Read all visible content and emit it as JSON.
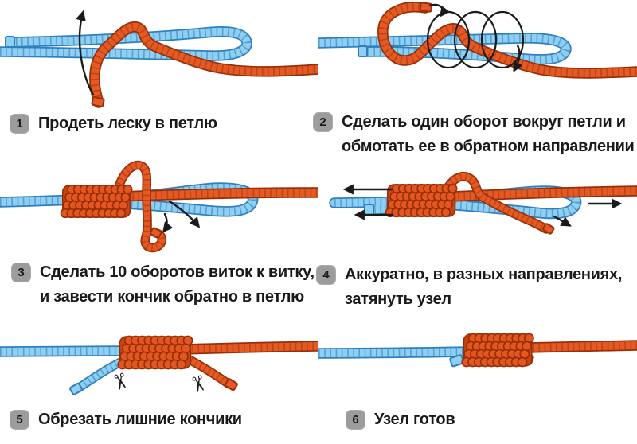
{
  "diagram_title": "knot-tying-instructions",
  "colors": {
    "background": "#ffffff",
    "text": "#1a1a1a",
    "badge_bg": "#9c9c9c",
    "badge_text": "#1a1a1a",
    "rope_blue": "#8fd0f2",
    "rope_blue_outline": "#2e7fbe",
    "rope_orange": "#e55a24",
    "rope_orange_outline": "#992f08",
    "arrow_black": "#1a1a1a"
  },
  "steps": [
    {
      "number": "1",
      "caption": "Продеть леску в петлю",
      "lines": [
        "Продеть леску в петлю"
      ]
    },
    {
      "number": "2",
      "caption": "Сделать один оборот вокруг петли и обмотать ее в обратном направлении",
      "lines": [
        "Сделать один оборот вокруг петли и",
        "обмотать ее в обратном направлении"
      ]
    },
    {
      "number": "3",
      "caption": "Сделать 10 оборотов виток к витку, и завести кончик обратно в петлю",
      "lines": [
        "Сделать 10 оборотов виток к витку,",
        "и завести кончик обратно в петлю"
      ]
    },
    {
      "number": "4",
      "caption": "Аккуратно, в разных направлениях, затянуть узел",
      "lines": [
        "Аккуратно, в разных направлениях,",
        "затянуть узел"
      ]
    },
    {
      "number": "5",
      "caption": "Обрезать лишние кончики",
      "lines": [
        "Обрезать лишние кончики"
      ]
    },
    {
      "number": "6",
      "caption": "Узел готов",
      "lines": [
        "Узел готов"
      ]
    }
  ],
  "icons": {
    "scissors": "✂"
  }
}
